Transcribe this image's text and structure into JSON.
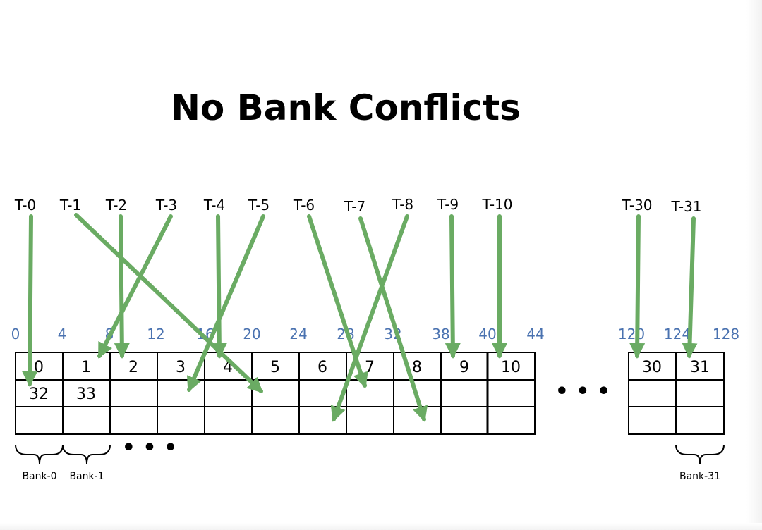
{
  "title": "No Bank Conflicts",
  "threads": [
    "T-0",
    "T-1",
    "T-2",
    "T-3",
    "T-4",
    "T-5",
    "T-6",
    "T-7",
    "T-8",
    "T-9",
    "T-10",
    "T-30",
    "T-31"
  ],
  "addresses_left": [
    "0",
    "4",
    "8",
    "12",
    "16",
    "20",
    "24",
    "28",
    "32",
    "38",
    "40",
    "44"
  ],
  "addresses_right": [
    "120",
    "124",
    "128"
  ],
  "bank_row0_left": [
    "0",
    "1",
    "2",
    "3",
    "4",
    "5",
    "6",
    "7",
    "8",
    "9",
    "10"
  ],
  "bank_row1_left": [
    "32",
    "33"
  ],
  "bank_row0_right": [
    "30",
    "31"
  ],
  "ellipsis": "• • •",
  "bank_labels": [
    "Bank-0",
    "Bank-1",
    "Bank-31"
  ],
  "colors": {
    "arrow": "#6aab63",
    "address": "#4a72b0",
    "grid": "#000000"
  }
}
